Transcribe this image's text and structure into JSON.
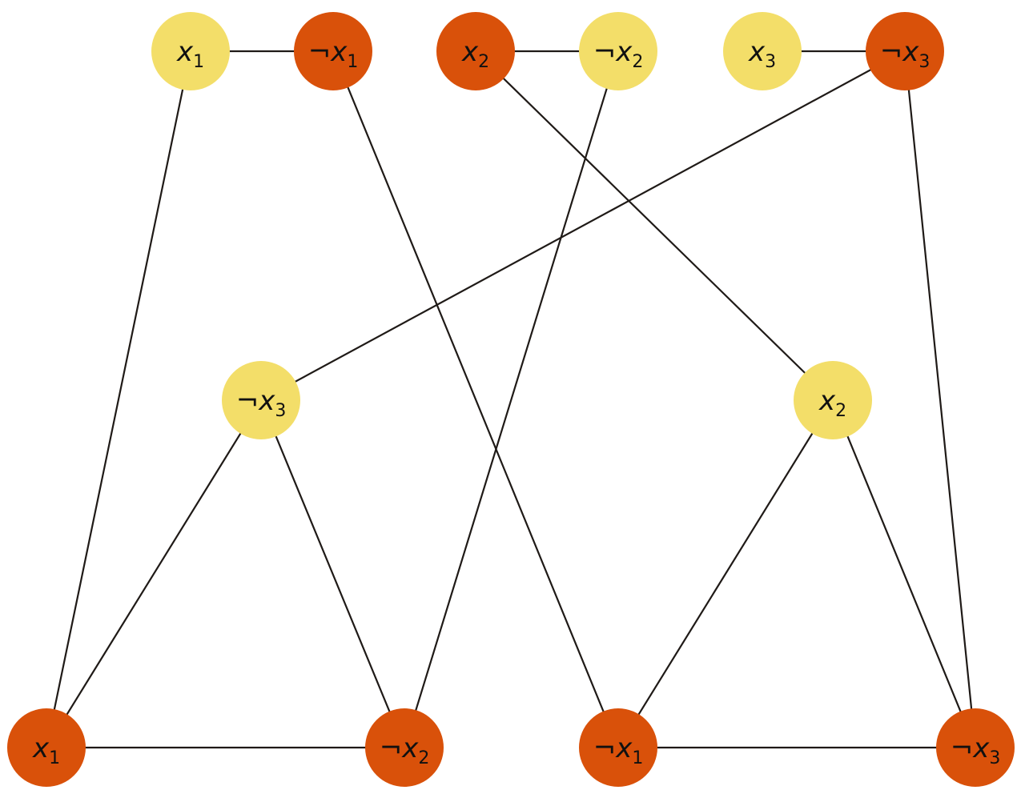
{
  "diagram": {
    "type": "graph",
    "colors": {
      "true": "#f3de69",
      "false": "#d9510a",
      "edge": "#1f1a17"
    },
    "nodes": [
      {
        "id": "t1",
        "var": "x",
        "index": "1",
        "negated": false,
        "color_group": "true"
      },
      {
        "id": "t1n",
        "var": "x",
        "index": "1",
        "negated": true,
        "color_group": "false"
      },
      {
        "id": "t2",
        "var": "x",
        "index": "2",
        "negated": false,
        "color_group": "false"
      },
      {
        "id": "t2n",
        "var": "x",
        "index": "2",
        "negated": true,
        "color_group": "true"
      },
      {
        "id": "t3",
        "var": "x",
        "index": "3",
        "negated": false,
        "color_group": "true"
      },
      {
        "id": "t3n",
        "var": "x",
        "index": "3",
        "negated": true,
        "color_group": "false"
      },
      {
        "id": "c1a",
        "var": "x",
        "index": "3",
        "negated": true,
        "color_group": "true"
      },
      {
        "id": "c1b",
        "var": "x",
        "index": "1",
        "negated": false,
        "color_group": "false"
      },
      {
        "id": "c1c",
        "var": "x",
        "index": "2",
        "negated": true,
        "color_group": "false"
      },
      {
        "id": "c2a",
        "var": "x",
        "index": "2",
        "negated": false,
        "color_group": "true"
      },
      {
        "id": "c2b",
        "var": "x",
        "index": "1",
        "negated": true,
        "color_group": "false"
      },
      {
        "id": "c2c",
        "var": "x",
        "index": "3",
        "negated": true,
        "color_group": "false"
      }
    ],
    "edges": [
      [
        "t1",
        "t1n"
      ],
      [
        "t2",
        "t2n"
      ],
      [
        "t3",
        "t3n"
      ],
      [
        "c1a",
        "c1b"
      ],
      [
        "c1a",
        "c1c"
      ],
      [
        "c1b",
        "c1c"
      ],
      [
        "c2a",
        "c2b"
      ],
      [
        "c2a",
        "c2c"
      ],
      [
        "c2b",
        "c2c"
      ],
      [
        "t1",
        "c1b"
      ],
      [
        "t1n",
        "c2b"
      ],
      [
        "t2",
        "c2a"
      ],
      [
        "t2n",
        "c1c"
      ],
      [
        "t3n",
        "c1a"
      ],
      [
        "t3n",
        "c2c"
      ]
    ]
  }
}
